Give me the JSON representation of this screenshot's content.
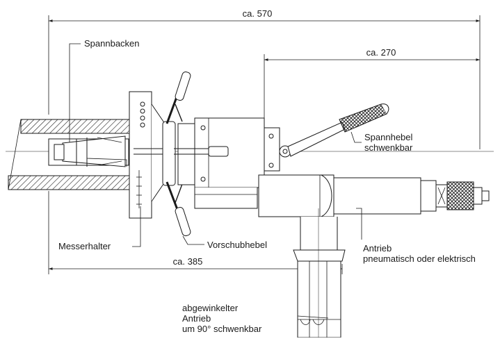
{
  "dimensions": {
    "overall": "ca. 570",
    "drive_section": "ca. 270",
    "lower": "ca. 385"
  },
  "labels": {
    "spannbacken": "Spannbacken",
    "spannhebel_line1": "Spannhebel",
    "spannhebel_line2": "schwenkbar",
    "messerhalter": "Messerhalter",
    "vorschubhebel": "Vorschubhebel",
    "antrieb_line1": "Antrieb",
    "antrieb_line2": "pneumatisch oder elektrisch",
    "abgewinkelt_line1": "abgewinkelter",
    "abgewinkelt_line2": "Antrieb",
    "abgewinkelt_line3": "um 90° schwenkbar"
  },
  "colors": {
    "line": "#1a1a1a",
    "hatch": "#1a1a1a",
    "background": "#ffffff"
  }
}
